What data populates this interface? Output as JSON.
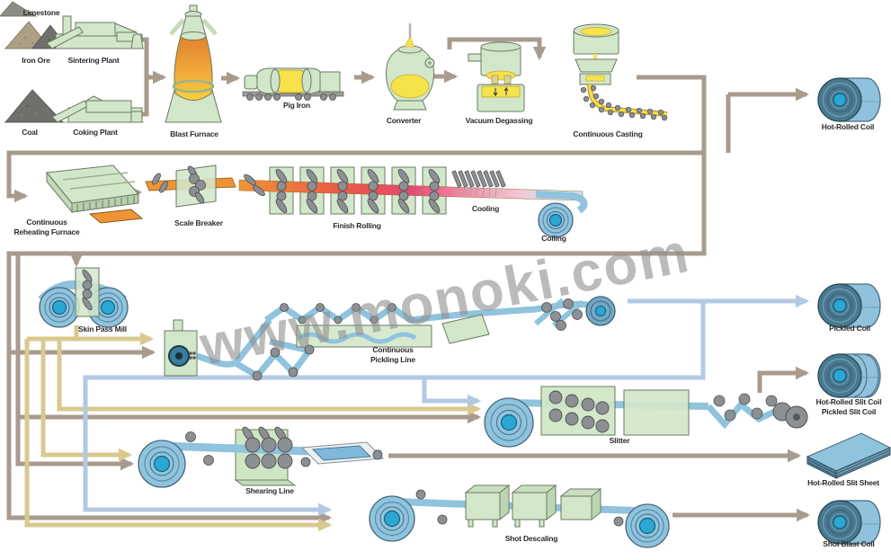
{
  "watermark": "www.monoki.com",
  "labels": {
    "limestone": "Limestone",
    "iron_ore": "Iron Ore",
    "sintering_plant": "Sintering Plant",
    "coal": "Coal",
    "coking_plant": "Coking Plant",
    "blast_furnace": "Blast Furnace",
    "pig_iron": "Pig Iron",
    "converter": "Converter",
    "vacuum_degassing": "Vacuum Degassing",
    "continuous_casting": "Continuous Casting",
    "hot_rolled_coil": "Hot-Rolled Coil",
    "reheating_line1": "Continuous",
    "reheating_line2": "Reheating Furnace",
    "scale_breaker": "Scale Breaker",
    "finish_rolling": "Finish Rolling",
    "cooling": "Cooling",
    "coiling": "Coiling",
    "skin_pass_mill": "Skin Pass Mill",
    "pickling_line1": "Continuous",
    "pickling_line2": "Pickling Line",
    "pickled_coil": "Pickled Coil",
    "slitter": "Slitter",
    "hr_slit_coil_line1": "Hot-Rolled Slit Coil",
    "hr_slit_coil_line2": "Pickled Slit Coil",
    "shearing_line": "Shearing Line",
    "hr_slit_sheet": "Hot-Rolled Slit Sheet",
    "shot_descaling": "Shot Descaling",
    "shot_blast_coil": "Shot Blast Coil"
  },
  "flow": [
    {
      "from": "Sintering Plant",
      "to": "Blast Furnace"
    },
    {
      "from": "Coking Plant",
      "to": "Blast Furnace"
    },
    {
      "from": "Blast Furnace",
      "to": "Pig Iron"
    },
    {
      "from": "Pig Iron",
      "to": "Converter"
    },
    {
      "from": "Converter",
      "to": "Vacuum Degassing"
    },
    {
      "from": "Vacuum Degassing",
      "to": "Continuous Casting"
    },
    {
      "from": "Continuous Casting",
      "to": "Hot-Rolled Coil"
    },
    {
      "from": "Continuous Casting",
      "to": "Continuous Reheating Furnace"
    },
    {
      "from": "Continuous Reheating Furnace",
      "to": "Scale Breaker"
    },
    {
      "from": "Scale Breaker",
      "to": "Finish Rolling"
    },
    {
      "from": "Finish Rolling",
      "to": "Cooling"
    },
    {
      "from": "Cooling",
      "to": "Coiling"
    },
    {
      "from": "Coiling",
      "to": "Skin Pass Mill"
    },
    {
      "from": "Coiling",
      "to": "Continuous Pickling Line"
    },
    {
      "from": "Skin Pass Mill",
      "to": "Continuous Pickling Line"
    },
    {
      "from": "Continuous Pickling Line",
      "to": "Pickled Coil"
    },
    {
      "from": "Continuous Pickling Line",
      "to": "Slitter"
    },
    {
      "from": "Skin Pass Mill",
      "to": "Slitter"
    },
    {
      "from": "Coiling",
      "to": "Slitter"
    },
    {
      "from": "Slitter",
      "to": "Hot-Rolled Slit Coil / Pickled Slit Coil"
    },
    {
      "from": "Skin Pass Mill",
      "to": "Shearing Line"
    },
    {
      "from": "Coiling",
      "to": "Shearing Line"
    },
    {
      "from": "Shearing Line",
      "to": "Hot-Rolled Slit Sheet"
    },
    {
      "from": "Continuous Pickling Line",
      "to": "Shot Descaling"
    },
    {
      "from": "Skin Pass Mill",
      "to": "Shot Descaling"
    },
    {
      "from": "Coiling",
      "to": "Shot Descaling"
    },
    {
      "from": "Shot Descaling",
      "to": "Shot Blast Coil"
    }
  ],
  "colors": {
    "line_main": "#a89b8e",
    "line_transfer": "#d9c98f",
    "line_pickled": "#b3c9e3",
    "machine_green": "#d2e6ca",
    "molten_yellow": "#f6e24b",
    "hot_orange": "#ef9434",
    "steel_blue": "#90c2dd",
    "coil_core": "#2ba7d3",
    "label_text": "#2f2b27",
    "watermark_gray": "#8f8f8f"
  }
}
